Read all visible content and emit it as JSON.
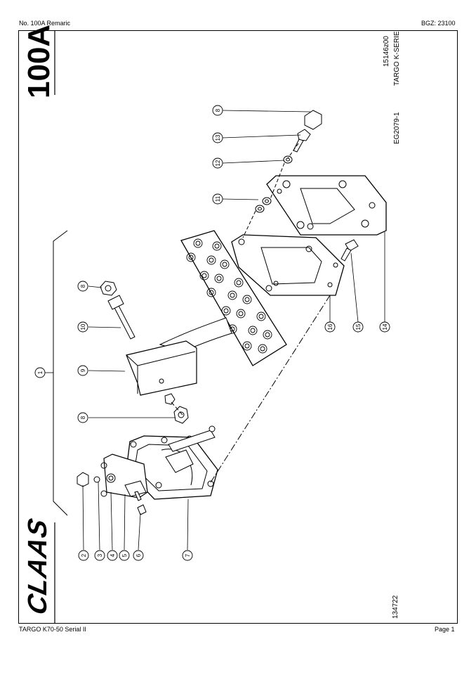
{
  "header": {
    "left": "No. 100A   Remaric",
    "right": "BGZ: 23100"
  },
  "footer": {
    "left": "TARGO K70-50 Serial II",
    "right": "Page 1"
  },
  "sheet": {
    "number": "100A",
    "code": "15146z00",
    "series": "TARGO K-SERIE",
    "drawing_no": "EG2079-1",
    "doc_no": "134722",
    "brand": "CLAAS"
  },
  "callouts": {
    "c1": "1",
    "c2": "2",
    "c3": "3",
    "c4": "4",
    "c5": "5",
    "c6": "6",
    "c7": "7",
    "c8a": "8",
    "c8b": "8",
    "c8c": "8",
    "c9": "9",
    "c10": "10",
    "c11": "11",
    "c12": "12",
    "c13": "13",
    "c14": "14",
    "c15": "15",
    "c16": "16"
  }
}
